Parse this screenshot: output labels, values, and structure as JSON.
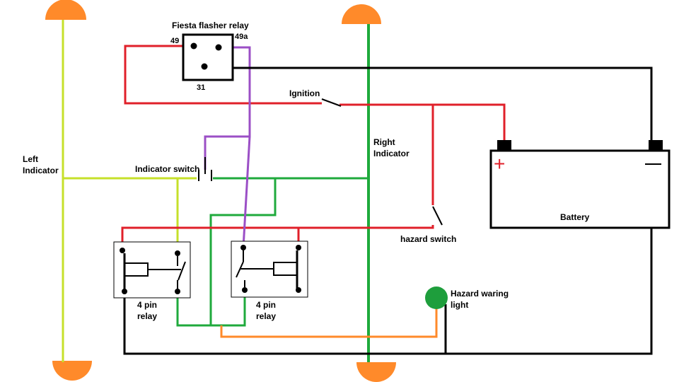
{
  "diagram": {
    "relay": {
      "title": "Fiesta flasher relay",
      "pin49": "49",
      "pin49a": "49a",
      "pin31": "31"
    },
    "ignition": "Ignition",
    "left_indicator": [
      "Left",
      "Indicator"
    ],
    "right_indicator": [
      "Right",
      "Indicator"
    ],
    "indicator_switch": "Indicator switch",
    "battery": {
      "label": "Battery",
      "plus": "+",
      "minus": "-"
    },
    "hazard_switch": "hazard switch",
    "hazard_light": [
      "Hazard waring",
      "light"
    ],
    "relay_left": [
      "4 pin",
      "relay"
    ],
    "relay_right": [
      "4 pin",
      "relay"
    ]
  },
  "colors": {
    "red": "#e0202a",
    "black": "#000000",
    "purple": "#9b4fc6",
    "green": "#1faa3c",
    "lime": "#c6e02a",
    "orange": "#ff8a2a",
    "lamp_green": "#1e9e3c"
  }
}
